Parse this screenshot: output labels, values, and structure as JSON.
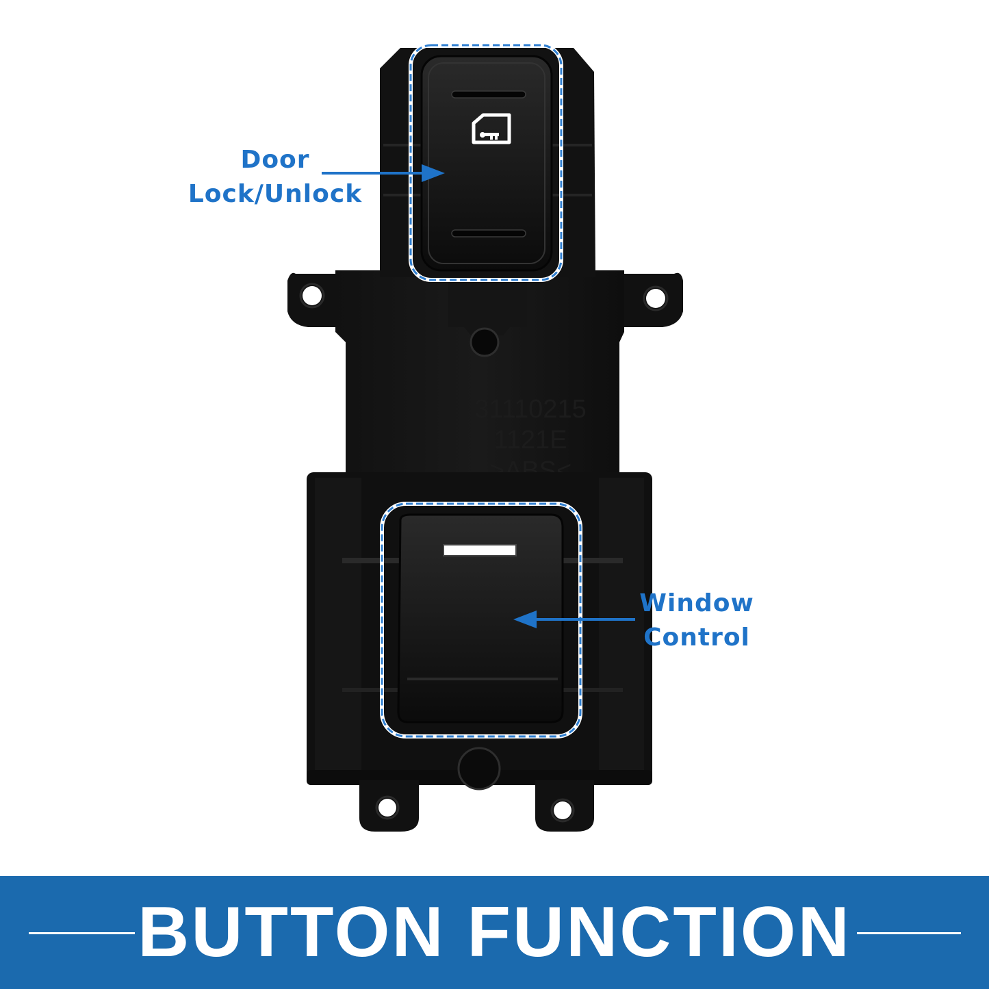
{
  "labels": {
    "door_line1": "Door",
    "door_line2": "Lock/Unlock",
    "window_line1": "Window",
    "window_line2": "Control"
  },
  "molded_text": {
    "line1": "31110215",
    "line2": "1121E",
    "line3": ">ABS<"
  },
  "banner": {
    "title": "BUTTON FUNCTION"
  },
  "colors": {
    "accent_blue": "#1f73c8",
    "banner_blue": "#1b6aae",
    "part_black": "#0d0d0d",
    "dashed_outline": "#2f7fd1"
  },
  "icons": {
    "door_lock": "door-lock-icon"
  }
}
